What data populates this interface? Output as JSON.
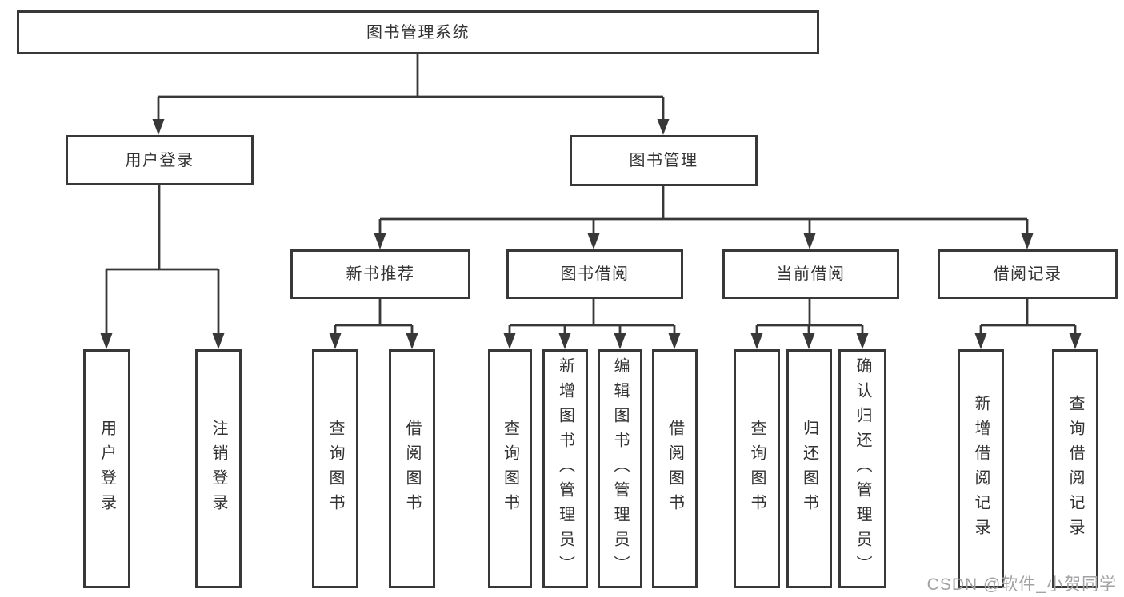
{
  "diagram": {
    "root": {
      "label": "图书管理系统",
      "children": [
        {
          "label": "用户登录",
          "children": [
            {
              "label": "用户登录"
            },
            {
              "label": "注销登录"
            }
          ]
        },
        {
          "label": "图书管理",
          "children": [
            {
              "label": "新书推荐",
              "children": [
                {
                  "label": "查询图书"
                },
                {
                  "label": "借阅图书"
                }
              ]
            },
            {
              "label": "图书借阅",
              "children": [
                {
                  "label": "查询图书"
                },
                {
                  "label": "新增图书（管理员）"
                },
                {
                  "label": "编辑图书（管理员）"
                },
                {
                  "label": "借阅图书"
                }
              ]
            },
            {
              "label": "当前借阅",
              "children": [
                {
                  "label": "查询图书"
                },
                {
                  "label": "归还图书"
                },
                {
                  "label": "确认归还（管理员）"
                }
              ]
            },
            {
              "label": "借阅记录",
              "children": [
                {
                  "label": "新增借阅记录"
                },
                {
                  "label": "查询借阅记录"
                }
              ]
            }
          ]
        }
      ]
    }
  },
  "watermark": {
    "text": "CSDN @软件_小贺同学"
  },
  "colors": {
    "line": "#383838",
    "box_border": "#383838",
    "text": "#333333",
    "watermark": "#a2a2a4",
    "background": "#ffffff"
  }
}
